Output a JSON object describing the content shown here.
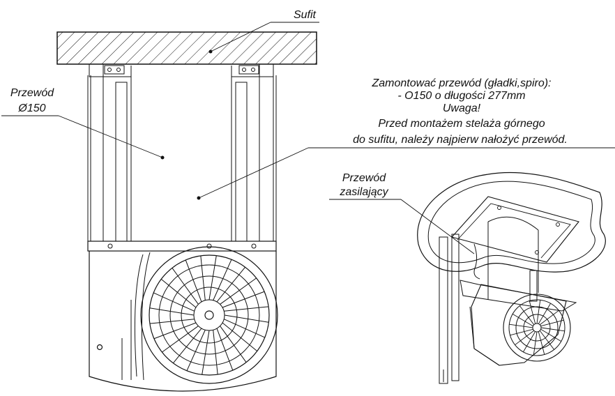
{
  "labels": {
    "ceiling": "Sufit",
    "duct": [
      "Przewód",
      "Ø150"
    ],
    "power_cable": [
      "Przewód",
      "zasilający"
    ],
    "instructions": [
      "Zamontować przewód (gładki,spiro):",
      "- O150 o długości 277mm",
      "Uwaga!",
      "Przed montażem stelaża górnego",
      "do sufitu, należy najpierw nałożyć przewód."
    ]
  },
  "colors": {
    "ink": "#111111",
    "background": "#ffffff"
  }
}
